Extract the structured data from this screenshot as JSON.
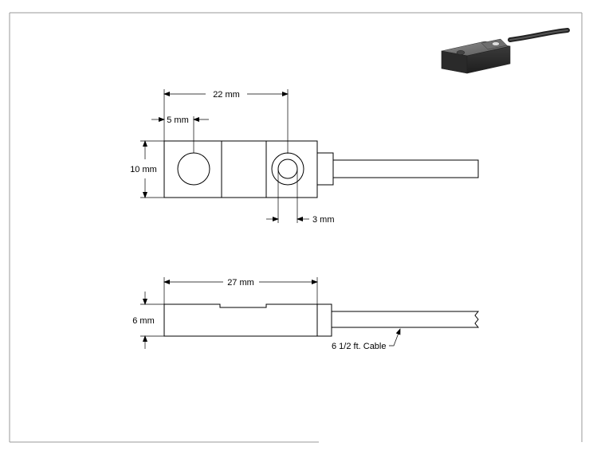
{
  "dimensions": {
    "length_22": "22 mm",
    "offset_5": "5 mm",
    "height_10": "10 mm",
    "hole_3": "3 mm",
    "length_27": "27 mm",
    "thickness_6": "6 mm"
  },
  "callouts": {
    "cable": "6 1/2 ft. Cable"
  }
}
